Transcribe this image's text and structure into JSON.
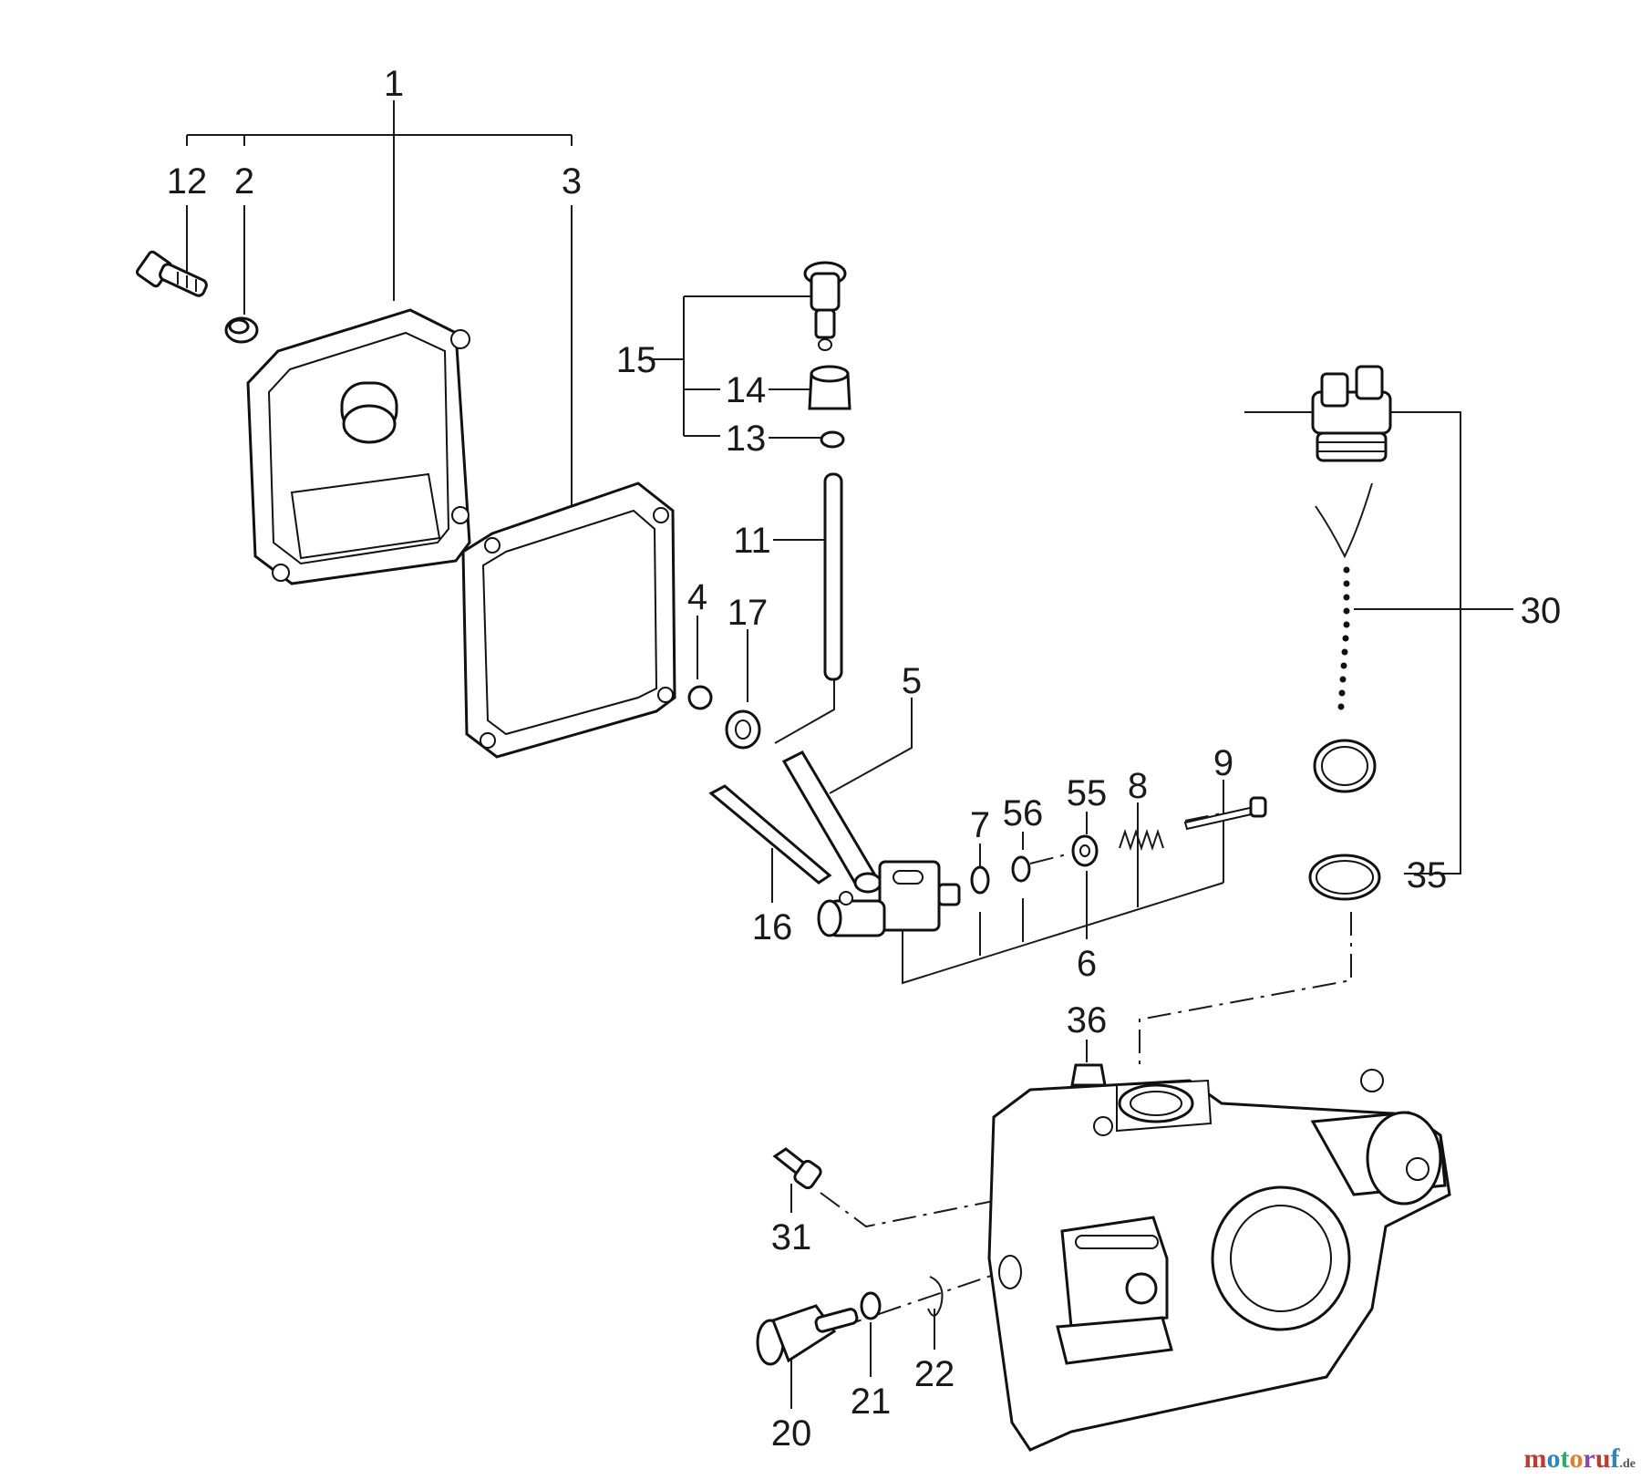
{
  "labels": {
    "p1": "1",
    "p2": "2",
    "p3": "3",
    "p4": "4",
    "p5": "5",
    "p6": "6",
    "p7": "7",
    "p8": "8",
    "p9": "9",
    "p11": "11",
    "p12": "12",
    "p13": "13",
    "p14": "14",
    "p15": "15",
    "p16": "16",
    "p17": "17",
    "p20": "20",
    "p21": "21",
    "p22": "22",
    "p30": "30",
    "p31": "31",
    "p35": "35",
    "p36": "36",
    "p55": "55",
    "p56": "56"
  },
  "watermark": {
    "letters": [
      "m",
      "o",
      "t",
      "o",
      "r",
      "u",
      "f"
    ],
    "suffix": ".de"
  }
}
